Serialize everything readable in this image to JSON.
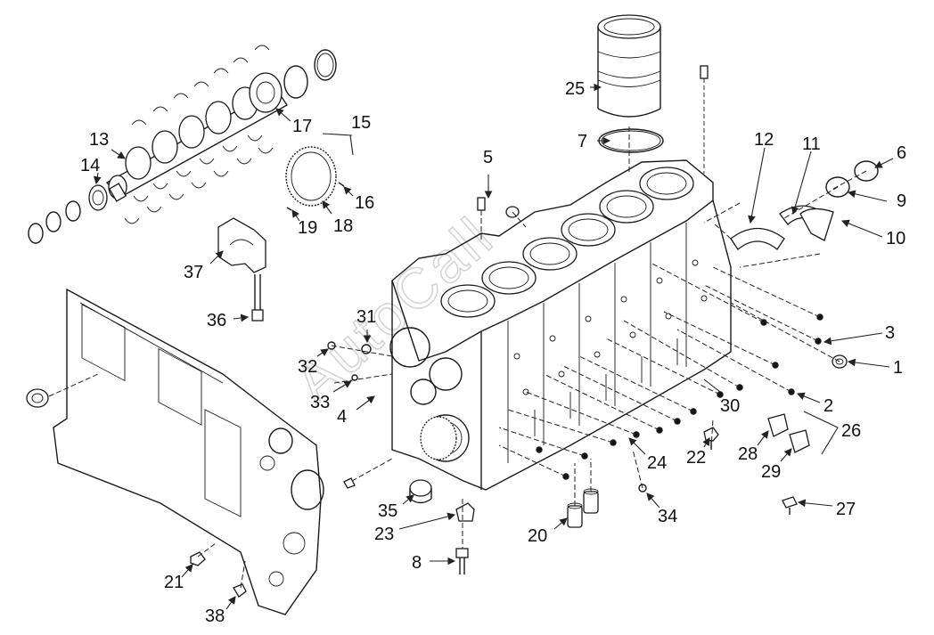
{
  "watermark": "AutoCall",
  "corner_mark": "",
  "callouts": [
    {
      "id": "c1",
      "label": "1"
    },
    {
      "id": "c2",
      "label": "2"
    },
    {
      "id": "c3",
      "label": "3"
    },
    {
      "id": "c4",
      "label": "4"
    },
    {
      "id": "c5",
      "label": "5"
    },
    {
      "id": "c6",
      "label": "6"
    },
    {
      "id": "c7",
      "label": "7"
    },
    {
      "id": "c8",
      "label": "8"
    },
    {
      "id": "c9",
      "label": "9"
    },
    {
      "id": "c10",
      "label": "10"
    },
    {
      "id": "c11",
      "label": "11"
    },
    {
      "id": "c12",
      "label": "12"
    },
    {
      "id": "c13",
      "label": "13"
    },
    {
      "id": "c14",
      "label": "14"
    },
    {
      "id": "c15",
      "label": "15"
    },
    {
      "id": "c16",
      "label": "16"
    },
    {
      "id": "c17",
      "label": "17"
    },
    {
      "id": "c18",
      "label": "18"
    },
    {
      "id": "c19",
      "label": "19"
    },
    {
      "id": "c20",
      "label": "20"
    },
    {
      "id": "c21",
      "label": "21"
    },
    {
      "id": "c22",
      "label": "22"
    },
    {
      "id": "c23",
      "label": "23"
    },
    {
      "id": "c24",
      "label": "24"
    },
    {
      "id": "c25",
      "label": "25"
    },
    {
      "id": "c26",
      "label": "26"
    },
    {
      "id": "c27",
      "label": "27"
    },
    {
      "id": "c28",
      "label": "28"
    },
    {
      "id": "c29",
      "label": "29"
    },
    {
      "id": "c30",
      "label": "30"
    },
    {
      "id": "c31",
      "label": "31"
    },
    {
      "id": "c32",
      "label": "32"
    },
    {
      "id": "c33",
      "label": "33"
    },
    {
      "id": "c34",
      "label": "34"
    },
    {
      "id": "c35",
      "label": "35"
    },
    {
      "id": "c36",
      "label": "36"
    },
    {
      "id": "c37",
      "label": "37"
    },
    {
      "id": "c38",
      "label": "38"
    }
  ]
}
